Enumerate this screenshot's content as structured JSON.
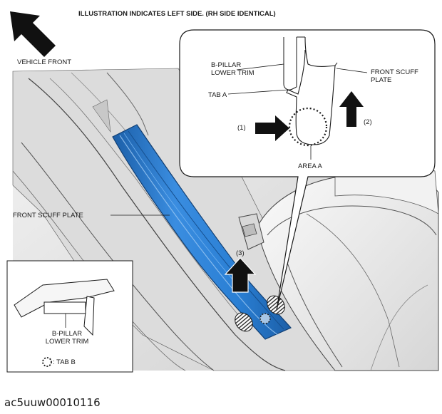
{
  "header": {
    "title": "ILLUSTRATION INDICATES LEFT SIDE. (RH SIDE IDENTICAL)",
    "vehicle_front": "VEHICLE FRONT"
  },
  "detail": {
    "b_pillar_lower_trim": [
      "B-PILLAR",
      "LOWER TRIM"
    ],
    "front_scuff_plate": [
      "FRONT SCUFF",
      "PLATE"
    ],
    "tab_a": "TAB A",
    "step_1": "(1)",
    "step_2": "(2)",
    "area_a": "AREA A"
  },
  "main": {
    "front_scuff_plate": "FRONT SCUFF PLATE",
    "step_3": "(3)"
  },
  "inset": {
    "b_pillar_lower_trim": [
      "B-PILLAR",
      "LOWER TRIM"
    ],
    "tab_b": ": TAB B"
  },
  "figure_id": "ac5uuw00010116",
  "colors": {
    "scuff_plate": "#2a7fd4",
    "scuff_plate_dark": "#1c5fa8",
    "body_panel": "#e4e4e4",
    "outline": "#1a1a1a"
  }
}
